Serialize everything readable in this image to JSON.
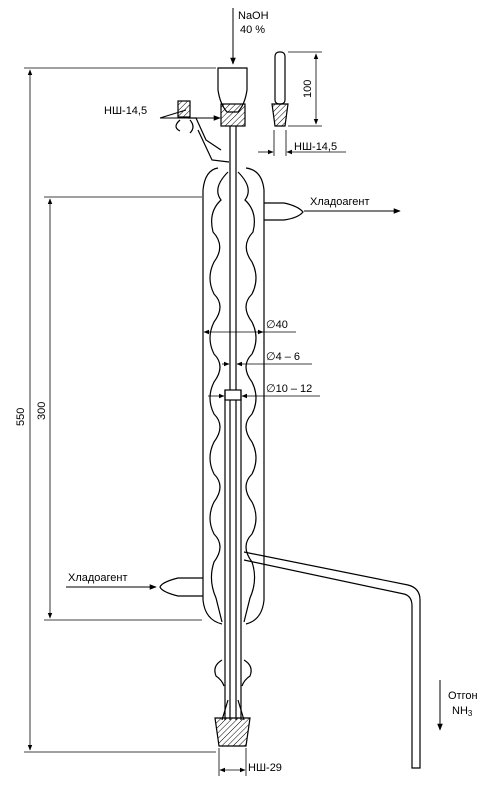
{
  "labels": {
    "naoh_line1": "NaOH",
    "naoh_line2": "40 %",
    "joint_side": "НШ-14,5",
    "joint_thermo": "НШ-14,5",
    "joint_bottom": "НШ-29",
    "coolant_out": "Хладоагент",
    "coolant_in": "Хладоагент",
    "distill_line1": "Отгон",
    "distill_nh": "NH",
    "distill_sub": "3"
  },
  "dimensions": {
    "total_height": "550",
    "jacket_height": "300",
    "thermo_length": "100",
    "outer_diameter": "∅40",
    "inner_tube_diameter": "∅4 – 6",
    "mid_tube_diameter": "∅10 – 12"
  },
  "colors": {
    "line": "#000000",
    "background": "#ffffff"
  }
}
